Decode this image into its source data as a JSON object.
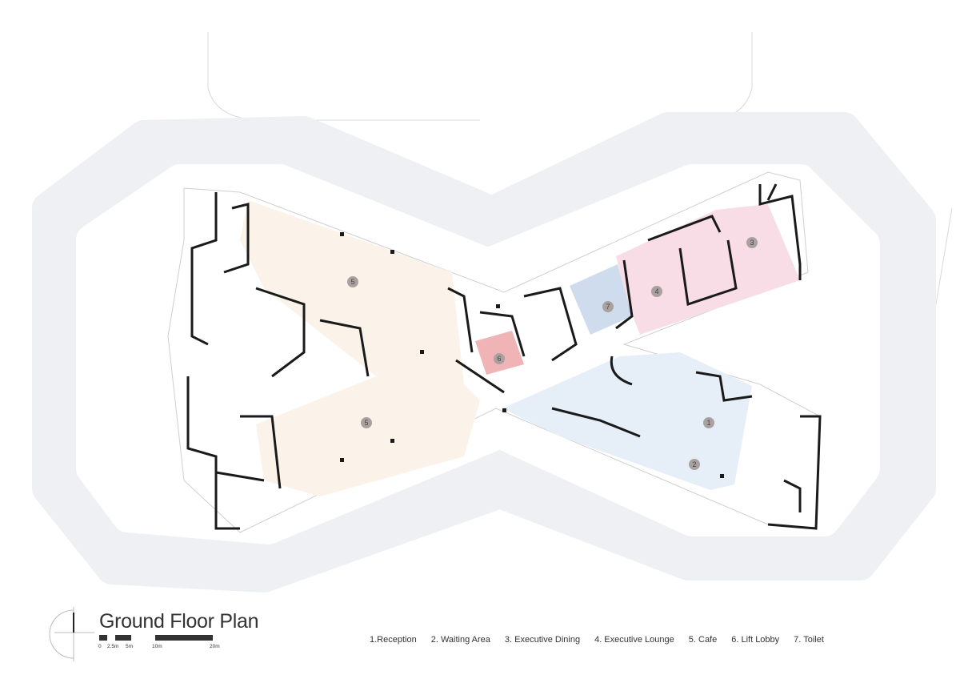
{
  "title": "Ground Floor Plan",
  "scale_bar": {
    "labels": [
      "0",
      "2.5m",
      "5m",
      "10m",
      "20m"
    ]
  },
  "legend": [
    {
      "num": "1",
      "label": "1.Reception"
    },
    {
      "num": "2",
      "label": "2. Waiting Area"
    },
    {
      "num": "3",
      "label": "3. Executive Dining"
    },
    {
      "num": "4",
      "label": "4. Executive Lounge"
    },
    {
      "num": "5",
      "label": "5. Cafe"
    },
    {
      "num": "6",
      "label": "6. Lift Lobby"
    },
    {
      "num": "7",
      "label": "7. Toilet"
    }
  ],
  "markers": [
    "5",
    "5",
    "6",
    "7",
    "4",
    "3",
    "1",
    "2"
  ],
  "colors": {
    "road": "#eef0f3",
    "cafe": "#fbf3ea",
    "dining": "#f8dde6",
    "toilet": "#cfdcee",
    "lift": "#f1b4b6",
    "reception": "#e6eef7",
    "marker": "#a9a19f",
    "wall": "#1a1a1a"
  }
}
